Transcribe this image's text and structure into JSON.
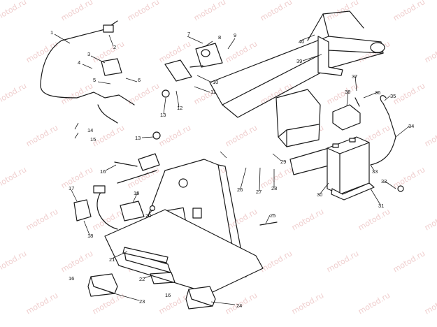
{
  "watermark": {
    "text": "motod.ru",
    "color": "#e7b3b3"
  },
  "callouts": [
    "1",
    "2",
    "3",
    "4",
    "5",
    "6",
    "7",
    "8",
    "9",
    "10",
    "11",
    "12",
    "13",
    "13",
    "14",
    "15",
    "16",
    "16",
    "16",
    "17",
    "18",
    "19",
    "20",
    "21",
    "22",
    "23",
    "24",
    "25",
    "26",
    "27",
    "28",
    "29",
    "30",
    "31",
    "32",
    "33",
    "34",
    "35",
    "36",
    "37",
    "38",
    "39",
    "40"
  ]
}
